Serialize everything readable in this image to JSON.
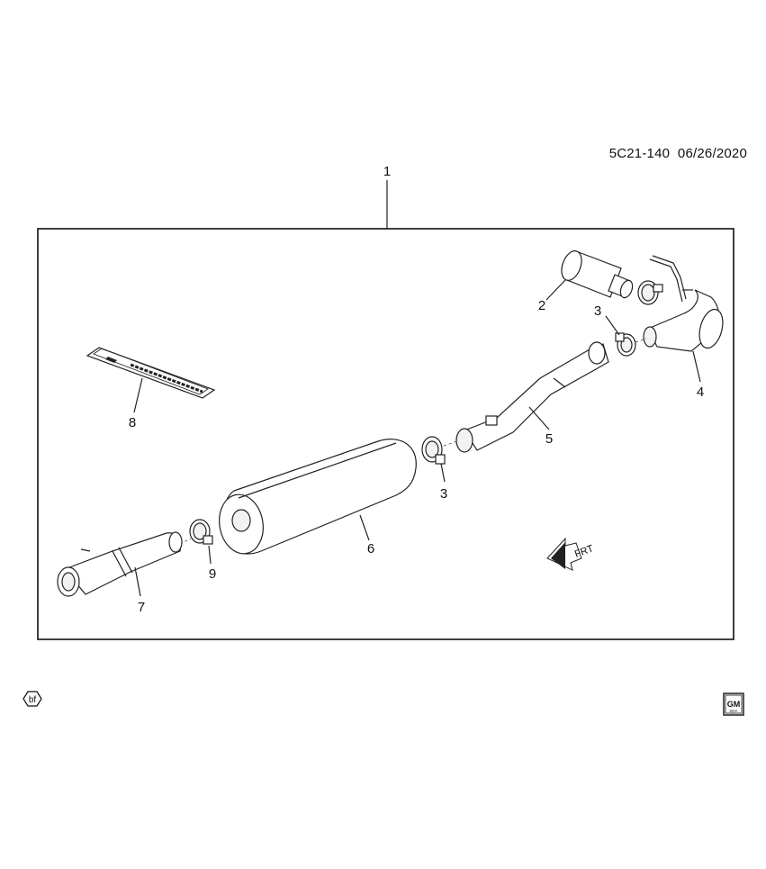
{
  "diagram": {
    "reference_code": "5C21-140",
    "date": "06/26/2020",
    "callouts": {
      "assembly": "1",
      "tail_tip": "2",
      "clamp_rear": "3",
      "clamp_front": "3",
      "tailpipe": "4",
      "intermediate_pipe": "5",
      "muffler": "6",
      "front_pipe": "7",
      "label_plate": "8",
      "clamp_small": "9"
    },
    "direction_label": "FRT",
    "badge_bf": "bf",
    "gm_logo": {
      "top": "GM",
      "bottom": "SDA"
    },
    "icons": [
      "front-direction-arrow-icon",
      "bf-hexagon-icon",
      "gm-logo-icon"
    ]
  }
}
